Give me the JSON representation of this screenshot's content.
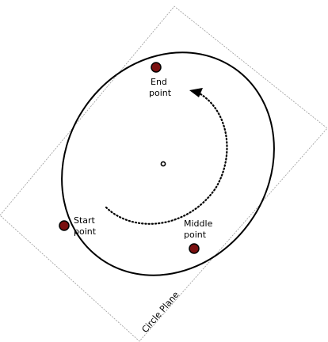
{
  "colors": {
    "ellipse_stroke": "#000000",
    "plane_stroke": "#9a9a9a",
    "point_fill": "#7a1010",
    "point_stroke": "#000000",
    "arrow_stroke": "#000000",
    "center_fill": "#000000"
  },
  "labels": {
    "end_line1": "End",
    "end_line2": "point",
    "start_line1": "Start",
    "start_line2": "point",
    "middle_line1": "Middle",
    "middle_line2": "point",
    "plane": "Circle Plane"
  }
}
